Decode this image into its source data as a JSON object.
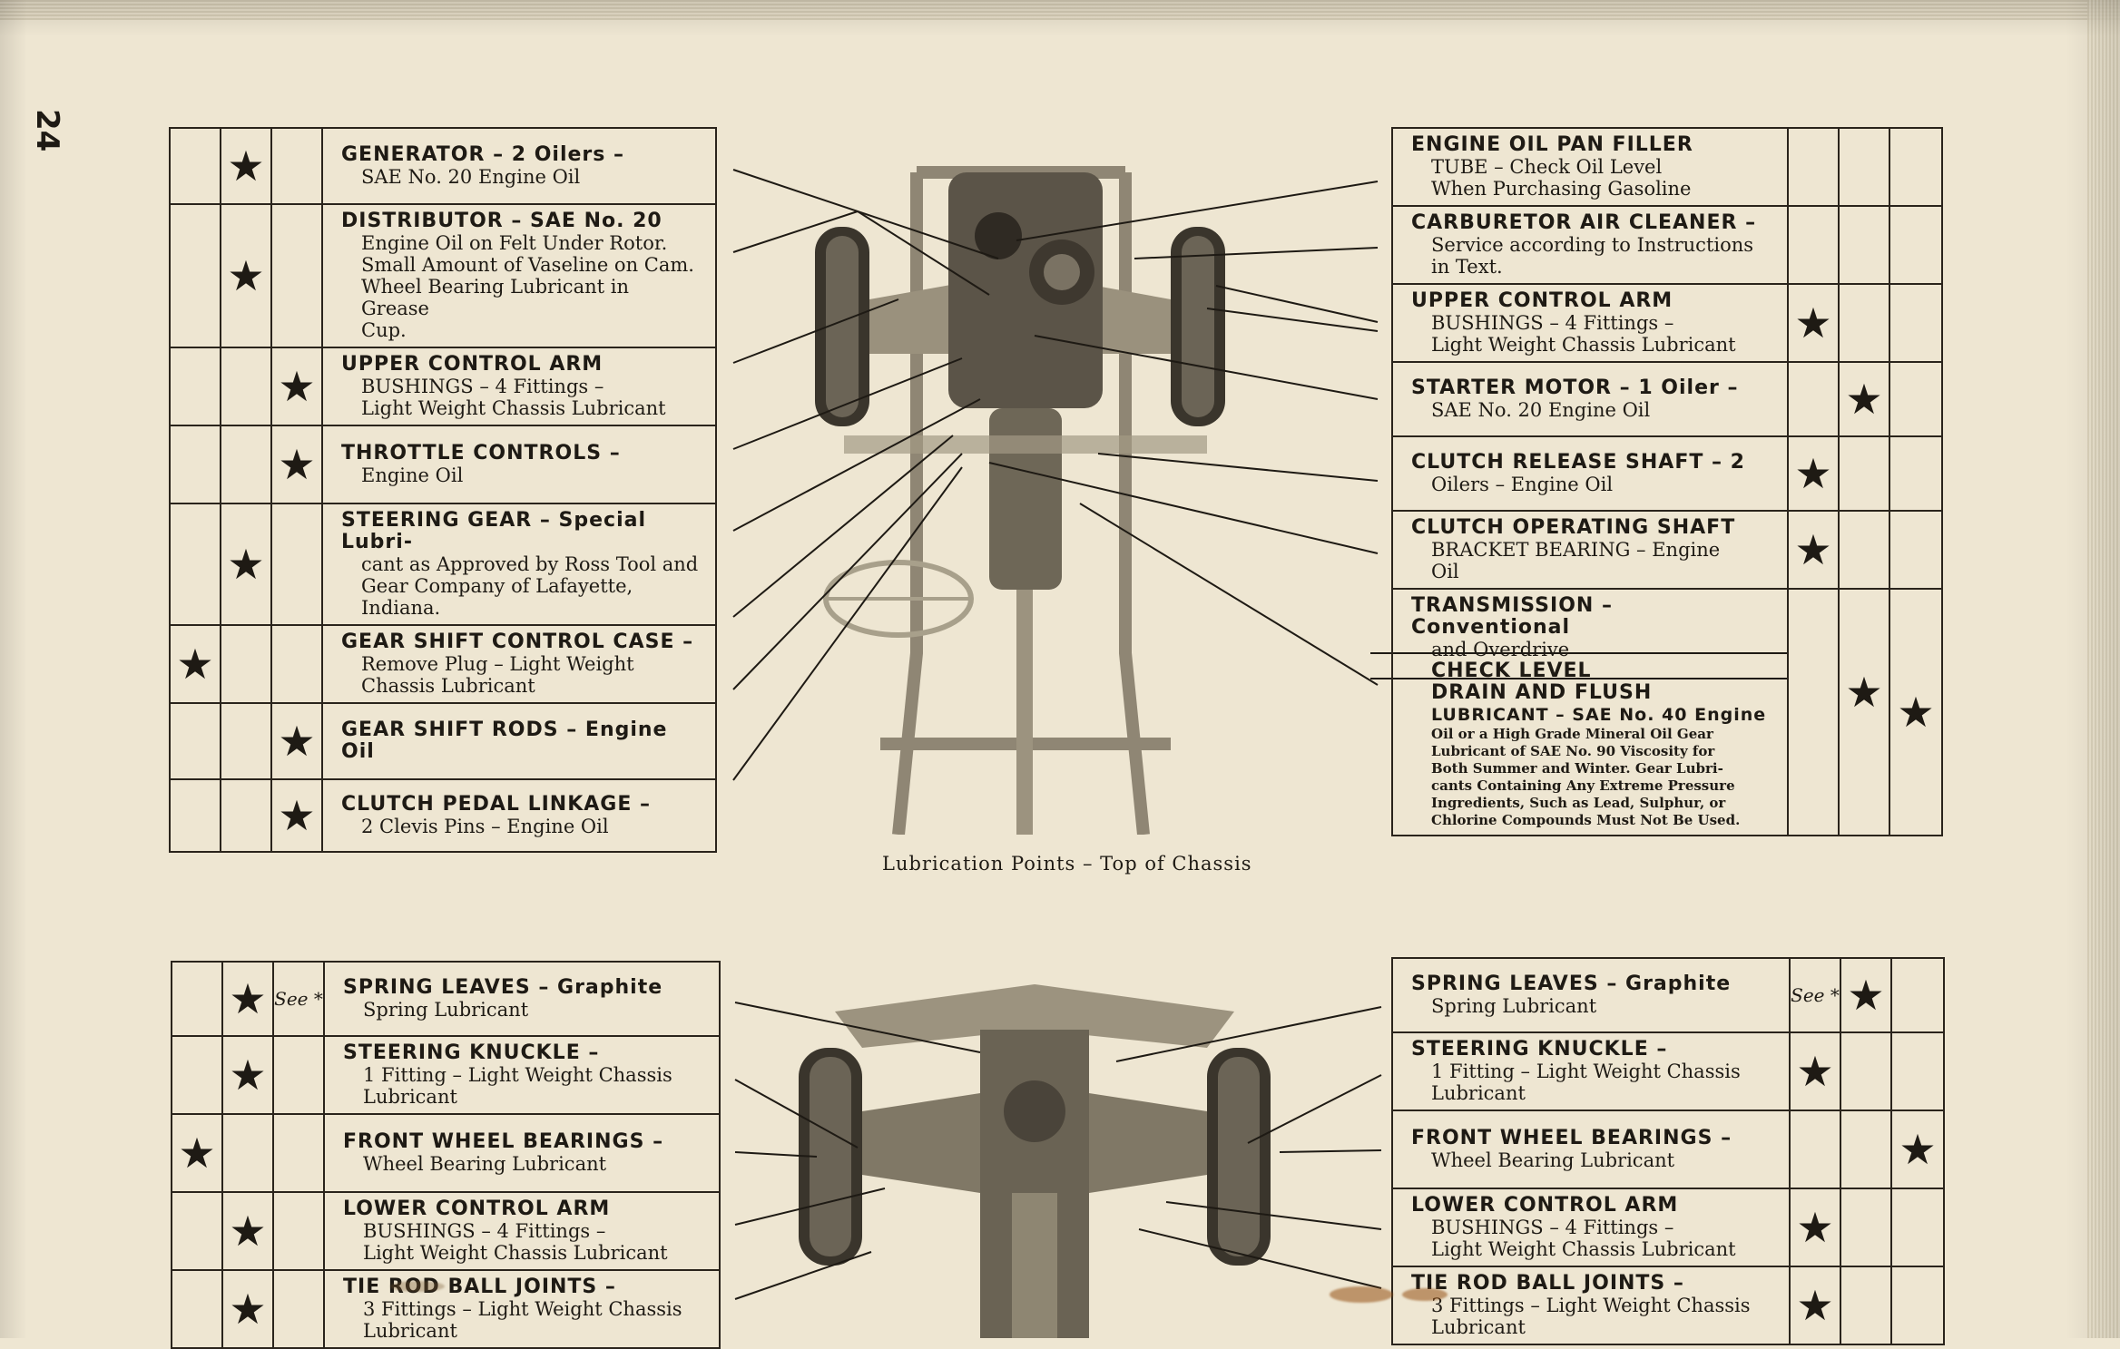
{
  "page_number": "24",
  "caption": "Lubrication Points – Top of Chassis",
  "star": "★",
  "top_left": [
    {
      "stars": [
        false,
        true,
        false
      ],
      "heading": "GENERATOR – 2 Oilers –",
      "lines": [
        "SAE No. 20 Engine Oil"
      ]
    },
    {
      "stars": [
        false,
        true,
        false
      ],
      "heading": "DISTRIBUTOR – SAE No. 20",
      "lines": [
        "Engine Oil on Felt Under Rotor.",
        "Small Amount of Vaseline on Cam.",
        "Wheel Bearing Lubricant in Grease",
        "Cup."
      ]
    },
    {
      "stars": [
        false,
        false,
        true
      ],
      "heading": "UPPER CONTROL ARM",
      "lines": [
        "BUSHINGS – 4 Fittings –",
        "Light Weight Chassis Lubricant"
      ]
    },
    {
      "stars": [
        false,
        false,
        true
      ],
      "heading": "THROTTLE CONTROLS –",
      "lines": [
        "Engine Oil"
      ]
    },
    {
      "stars": [
        false,
        true,
        false
      ],
      "heading": "STEERING GEAR – Special Lubri-",
      "lines": [
        "cant as Approved by Ross Tool and",
        "Gear Company of Lafayette,",
        "Indiana."
      ]
    },
    {
      "stars": [
        true,
        false,
        false
      ],
      "heading": "GEAR SHIFT CONTROL CASE –",
      "lines": [
        "Remove Plug – Light Weight",
        "Chassis Lubricant"
      ]
    },
    {
      "stars": [
        false,
        false,
        true
      ],
      "heading": "GEAR SHIFT RODS – Engine Oil",
      "lines": []
    },
    {
      "stars": [
        false,
        false,
        true
      ],
      "heading": "CLUTCH PEDAL LINKAGE –",
      "lines": [
        "2 Clevis Pins – Engine Oil"
      ]
    }
  ],
  "top_right": [
    {
      "stars": [
        false,
        false,
        false
      ],
      "heading": "ENGINE OIL PAN FILLER",
      "lines": [
        "TUBE – Check Oil Level",
        "When Purchasing Gasoline"
      ]
    },
    {
      "stars": [
        false,
        false,
        false
      ],
      "heading": "CARBURETOR AIR CLEANER –",
      "lines": [
        "Service according to Instructions",
        "in Text."
      ]
    },
    {
      "stars": [
        true,
        false,
        false
      ],
      "heading": "UPPER CONTROL ARM",
      "lines": [
        "BUSHINGS – 4 Fittings –",
        "Light Weight Chassis Lubricant"
      ]
    },
    {
      "stars": [
        false,
        true,
        false
      ],
      "heading": "STARTER MOTOR – 1 Oiler –",
      "lines": [
        "SAE No. 20 Engine Oil"
      ]
    },
    {
      "stars": [
        true,
        false,
        false
      ],
      "heading": "CLUTCH RELEASE SHAFT – 2",
      "lines": [
        "Oilers – Engine Oil"
      ]
    },
    {
      "stars": [
        true,
        false,
        false
      ],
      "heading": "CLUTCH OPERATING SHAFT",
      "lines": [
        "BRACKET BEARING – Engine",
        "Oil"
      ]
    }
  ],
  "transmission": {
    "heading": "TRANSMISSION – Conventional",
    "line1": "and Overdrive",
    "check": "CHECK LEVEL",
    "drain": "DRAIN AND FLUSH",
    "lub_head": "LUBRICANT – SAE No. 40 Engine",
    "fine": [
      "Oil or a High Grade Mineral Oil Gear",
      "Lubricant of SAE No. 90 Viscosity for",
      "Both Summer and Winter. Gear Lubri-",
      "cants Containing Any Extreme Pressure",
      "Ingredients, Such as Lead, Sulphur, or",
      "Chlorine Compounds Must Not Be Used."
    ]
  },
  "bottom_left": [
    {
      "stars": [
        false,
        true,
        "See *"
      ],
      "heading": "SPRING LEAVES – Graphite",
      "lines": [
        "Spring Lubricant"
      ]
    },
    {
      "stars": [
        false,
        true,
        false
      ],
      "heading": "STEERING KNUCKLE –",
      "lines": [
        "1 Fitting – Light Weight Chassis",
        "Lubricant"
      ]
    },
    {
      "stars": [
        true,
        false,
        false
      ],
      "heading": "FRONT WHEEL BEARINGS –",
      "lines": [
        "Wheel Bearing Lubricant"
      ]
    },
    {
      "stars": [
        false,
        true,
        false
      ],
      "heading": "LOWER CONTROL ARM",
      "lines": [
        "BUSHINGS – 4 Fittings –",
        "Light Weight Chassis Lubricant"
      ]
    },
    {
      "stars": [
        false,
        true,
        false
      ],
      "heading": "TIE ROD BALL JOINTS –",
      "lines": [
        "3 Fittings – Light Weight Chassis",
        "Lubricant"
      ]
    }
  ],
  "bottom_right": [
    {
      "stars": [
        "See *",
        true,
        false
      ],
      "heading": "SPRING LEAVES – Graphite",
      "lines": [
        "Spring Lubricant"
      ]
    },
    {
      "stars": [
        true,
        false,
        false
      ],
      "heading": "STEERING KNUCKLE –",
      "lines": [
        "1 Fitting – Light Weight Chassis",
        "Lubricant"
      ]
    },
    {
      "stars": [
        false,
        false,
        true
      ],
      "heading": "FRONT WHEEL BEARINGS –",
      "lines": [
        "Wheel Bearing Lubricant"
      ]
    },
    {
      "stars": [
        true,
        false,
        false
      ],
      "heading": "LOWER CONTROL ARM",
      "lines": [
        "BUSHINGS – 4 Fittings –",
        "Light Weight Chassis Lubricant"
      ]
    },
    {
      "stars": [
        true,
        false,
        false
      ],
      "heading": "TIE ROD BALL JOINTS –",
      "lines": [
        "3 Fittings – Light Weight Chassis",
        "Lubricant"
      ]
    }
  ]
}
